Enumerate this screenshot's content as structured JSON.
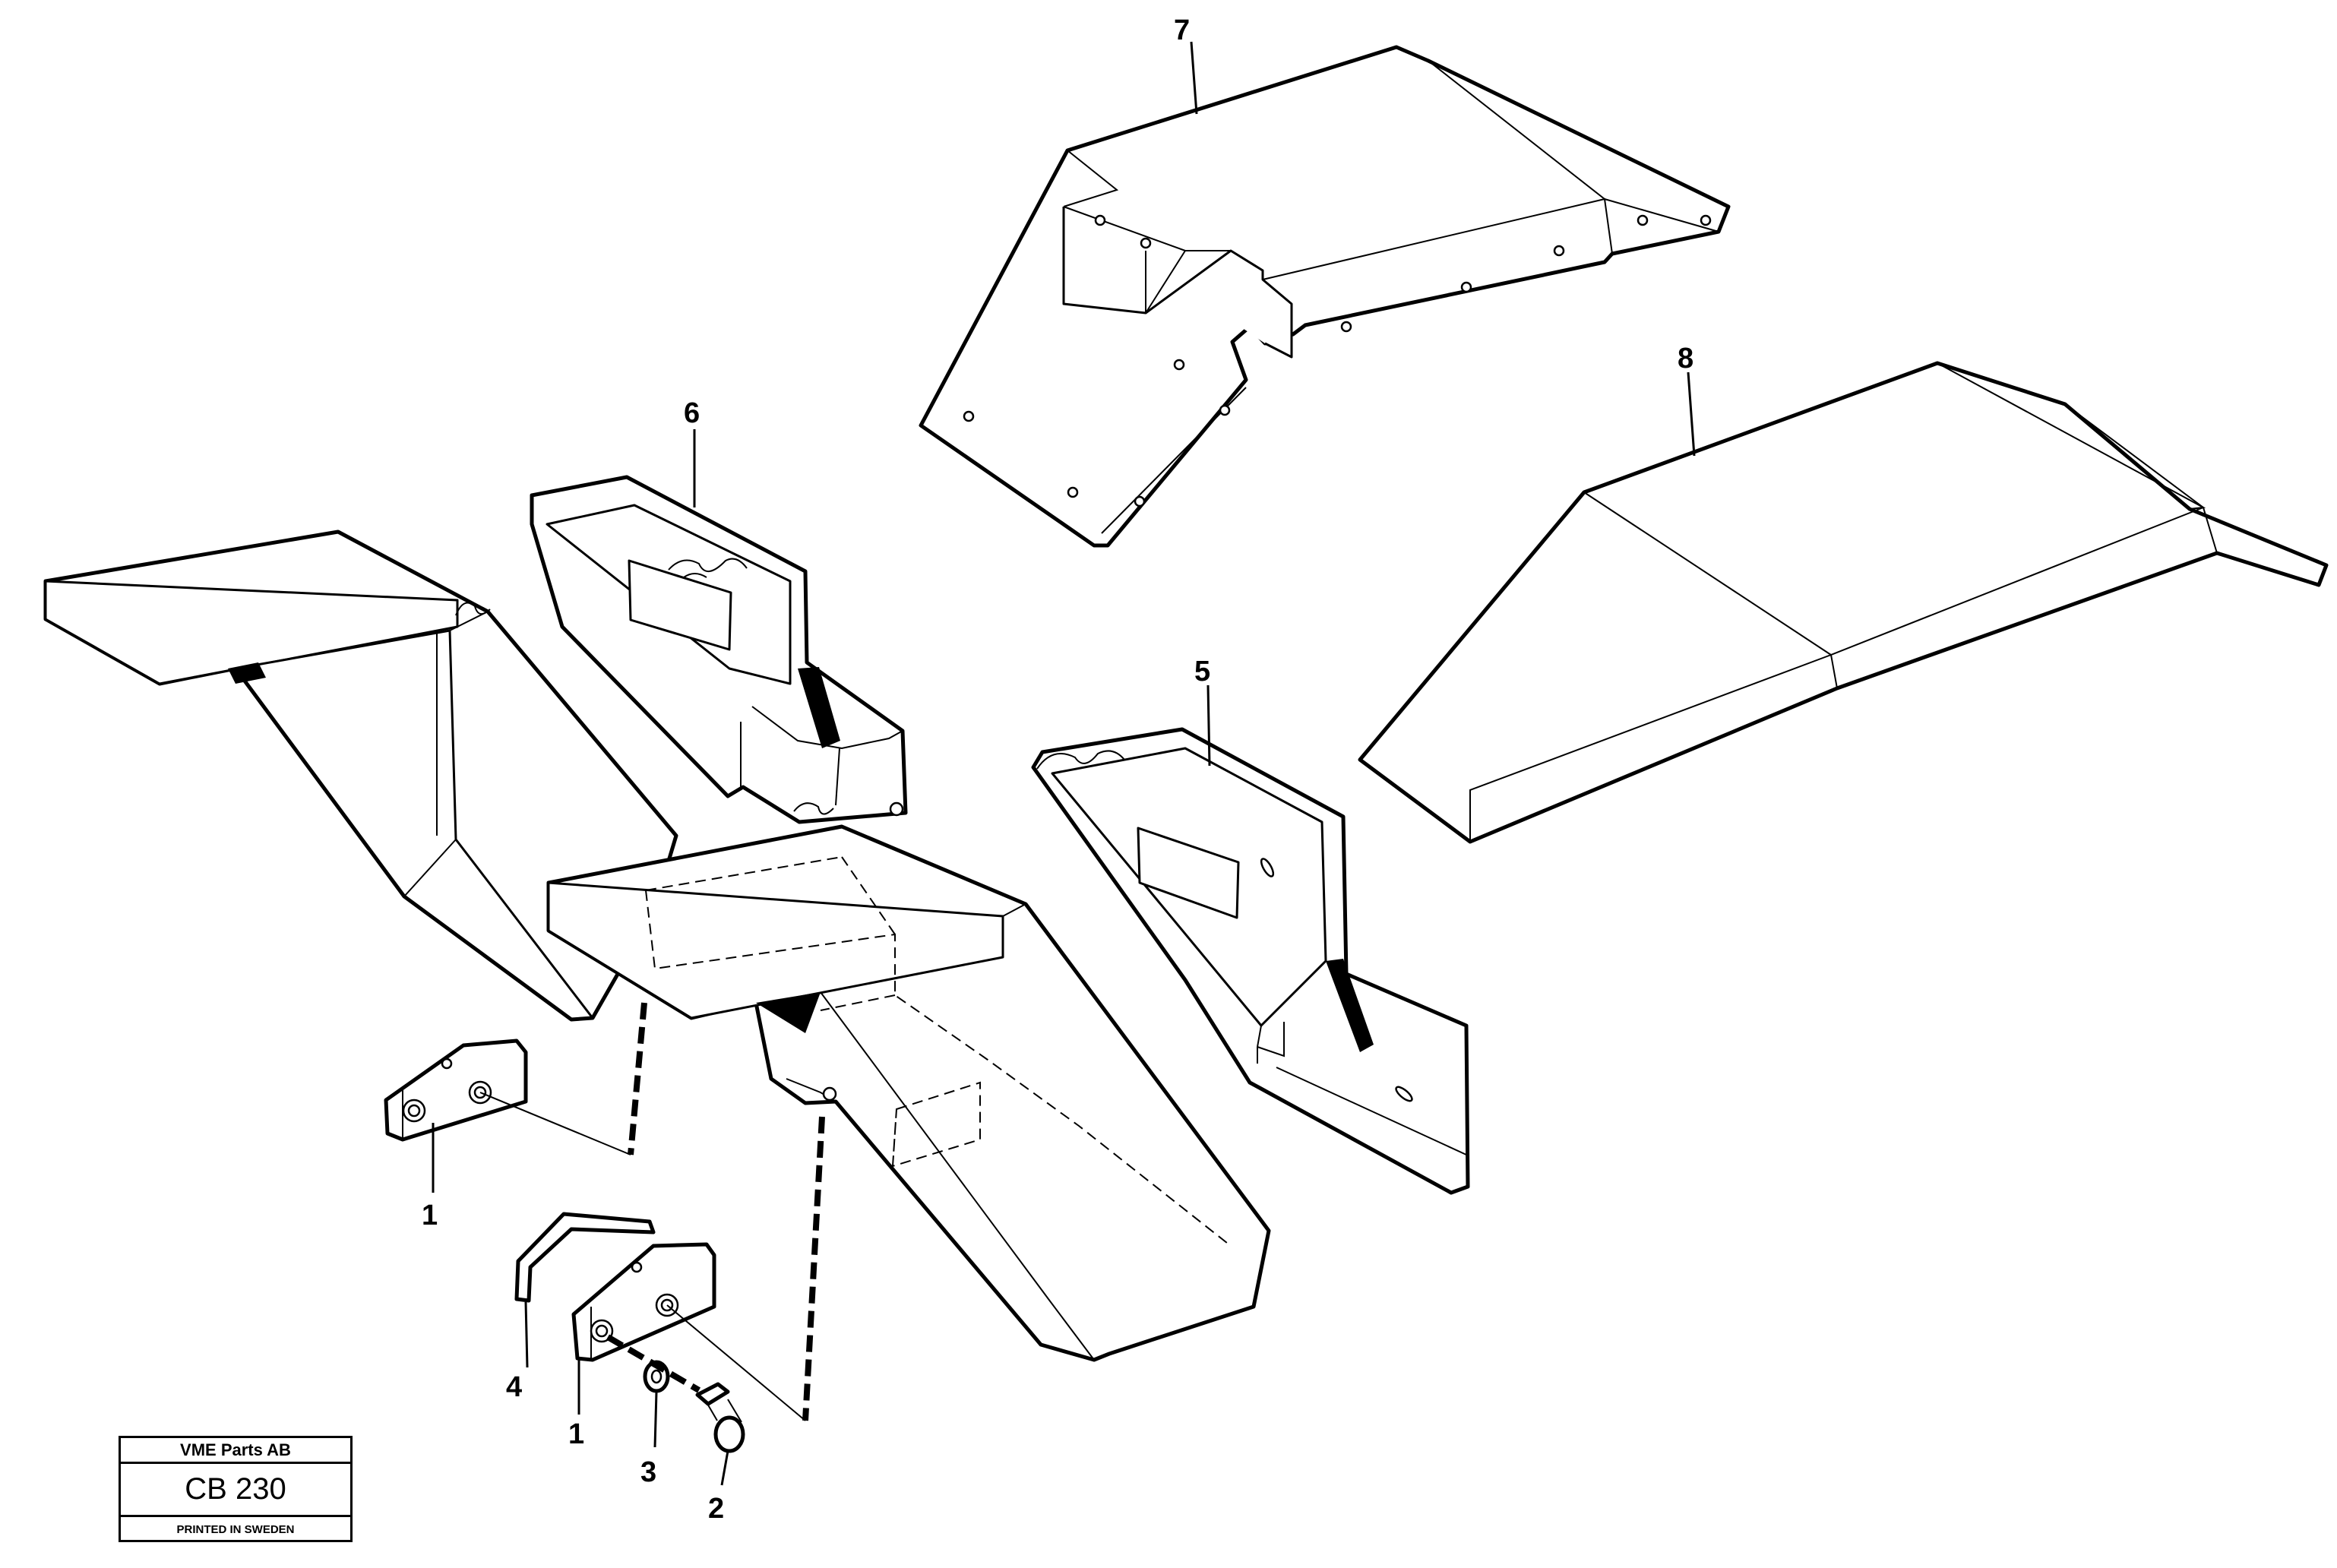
{
  "callouts": {
    "p1_upper": "1",
    "p1_lower": "1",
    "p2": "2",
    "p3": "3",
    "p4": "4",
    "p5": "5",
    "p6": "6",
    "p7": "7",
    "p8": "8"
  },
  "title_block": {
    "company": "VME Parts AB",
    "code": "CB 230",
    "printed": "PRINTED IN SWEDEN"
  }
}
